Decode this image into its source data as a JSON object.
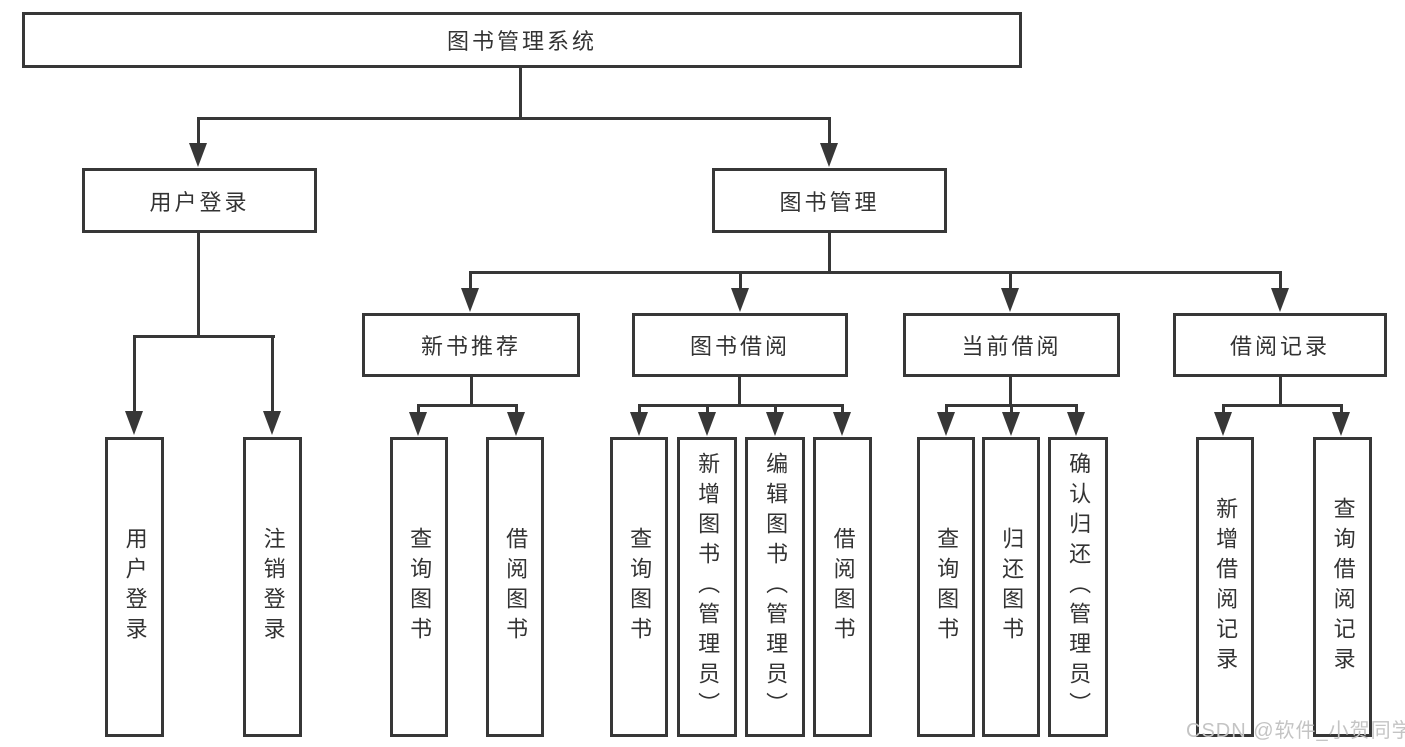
{
  "tree": {
    "root": {
      "label": "图书管理系统",
      "children": [
        {
          "label": "用户登录",
          "children": [
            {
              "label": "用户登录"
            },
            {
              "label": "注销登录"
            }
          ]
        },
        {
          "label": "图书管理",
          "children": [
            {
              "label": "新书推荐",
              "children": [
                {
                  "label": "查询图书"
                },
                {
                  "label": "借阅图书"
                }
              ]
            },
            {
              "label": "图书借阅",
              "children": [
                {
                  "label": "查询图书"
                },
                {
                  "label": "新增图书（管理员）"
                },
                {
                  "label": "编辑图书（管理员）"
                },
                {
                  "label": "借阅图书"
                }
              ]
            },
            {
              "label": "当前借阅",
              "children": [
                {
                  "label": "查询图书"
                },
                {
                  "label": "归还图书"
                },
                {
                  "label": "确认归还（管理员）"
                }
              ]
            },
            {
              "label": "借阅记录",
              "children": [
                {
                  "label": "新增借阅记录"
                },
                {
                  "label": "查询借阅记录"
                }
              ]
            }
          ]
        }
      ]
    }
  },
  "watermark": {
    "text": "CSDN @软件_小贺同学"
  },
  "colors": {
    "line": "#373737",
    "text": "#333333",
    "watermark": "#c4c4c4"
  }
}
